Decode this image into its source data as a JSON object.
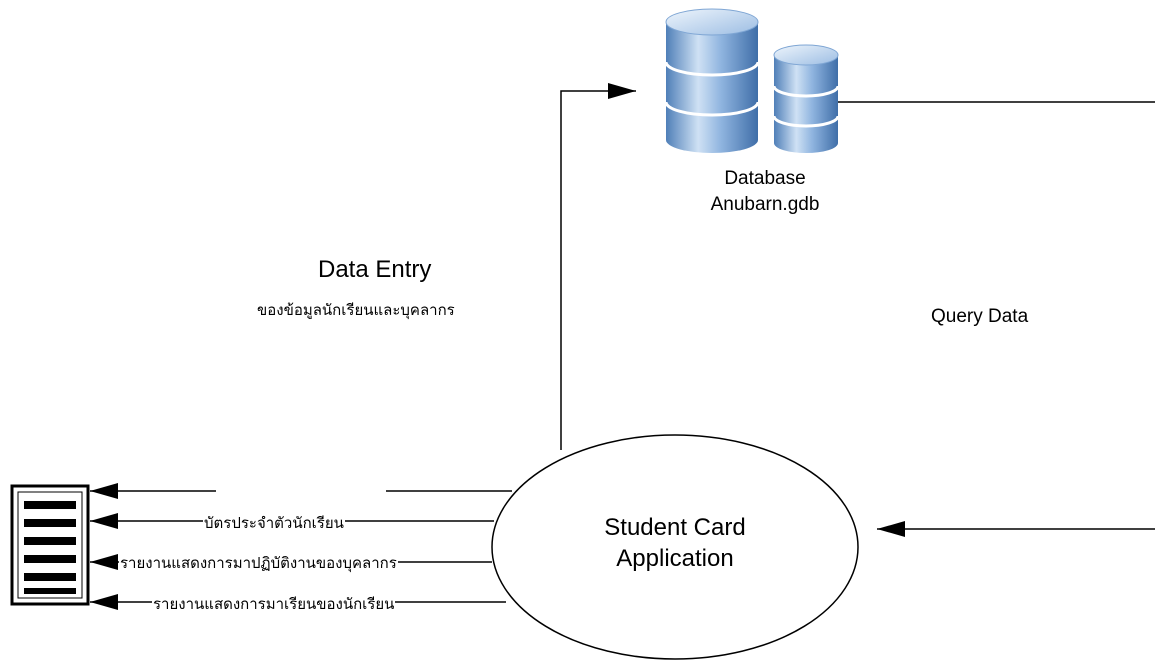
{
  "database": {
    "line1": "Database",
    "line2": "Anubarn.gdb",
    "icon": "database-icon"
  },
  "data_entry": {
    "title": "Data Entry",
    "subtitle": "ของข้อมูลนักเรียนและบุคลากร"
  },
  "query_label": "Query Data",
  "process": {
    "line1": "Student Card",
    "line2": "Application"
  },
  "outputs": [
    "",
    "บัตรประจำตัวนักเรียน",
    "รายงานแสดงการมาปฏิบัติงานของบุคลากร",
    "รายงานแสดงการมาเรียนของนักเรียน"
  ],
  "report_icon": "report-document-icon",
  "colors": {
    "line": "#000000",
    "db_blue": "#6b9bd2",
    "db_light": "#d6e6f7"
  }
}
